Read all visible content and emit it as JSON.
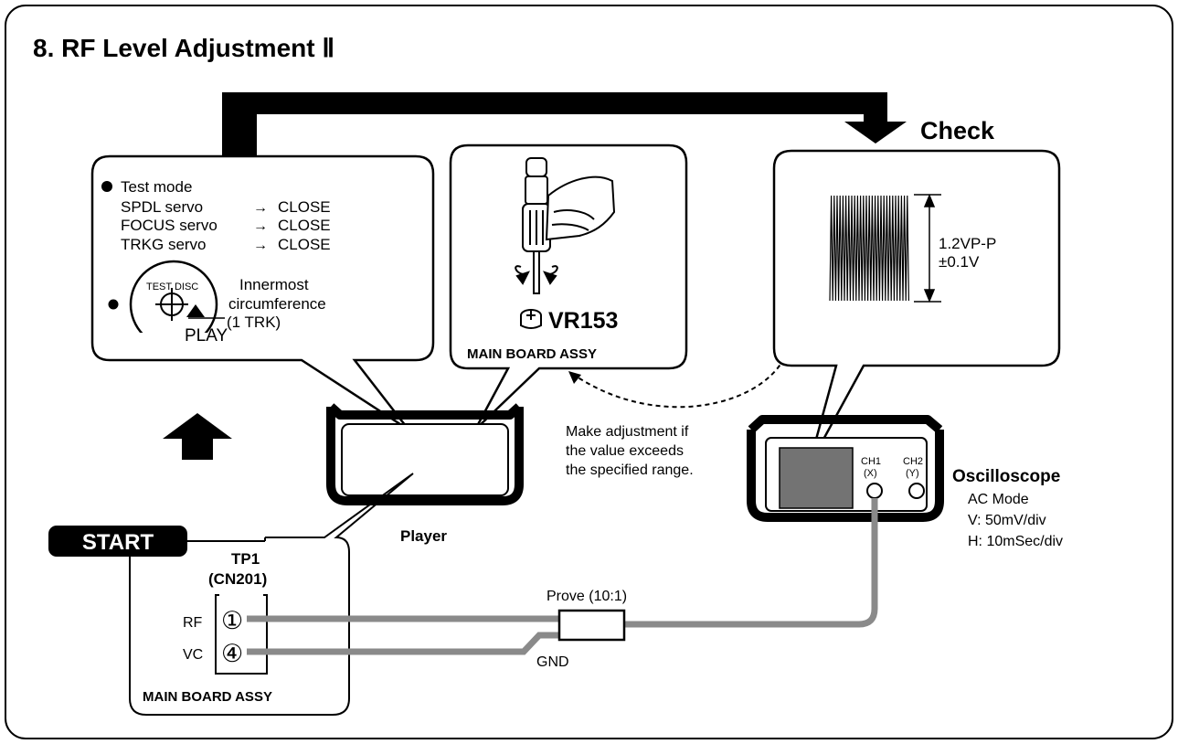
{
  "title": "8. RF Level Adjustment Ⅱ",
  "check_label": "Check",
  "test_mode": {
    "heading": "Test mode",
    "rows": [
      {
        "name": "SPDL servo",
        "arrow": "→",
        "state": "CLOSE"
      },
      {
        "name": "FOCUS servo",
        "arrow": "→",
        "state": "CLOSE"
      },
      {
        "name": "TRKG servo",
        "arrow": "→",
        "state": "CLOSE"
      }
    ],
    "disc_label": "TEST DISC",
    "play_label": "PLAY",
    "position_lines": [
      "Innermost",
      "circumference",
      "(1 TRK)"
    ]
  },
  "adjust": {
    "control": "VR153",
    "board": "MAIN BOARD ASSY"
  },
  "waveform": {
    "amplitude_lines": [
      "1.2VP-P",
      "±0.1V"
    ]
  },
  "note_lines": [
    "Make adjustment if",
    "the value exceeds",
    "the specified range."
  ],
  "player_label": "Player",
  "start_label": "START",
  "tp": {
    "title_lines": [
      "TP1",
      "(CN201)"
    ],
    "pins": [
      {
        "name": "RF",
        "number": "①"
      },
      {
        "name": "VC",
        "number": "④"
      }
    ],
    "board": "MAIN BOARD ASSY"
  },
  "probe": {
    "label": "Prove (10:1)",
    "gnd": "GND"
  },
  "oscilloscope": {
    "name": "Oscilloscope",
    "settings": [
      "AC Mode",
      "V: 50mV/div",
      "H: 10mSec/div"
    ],
    "ch1": [
      "CH1",
      "(X)"
    ],
    "ch2": [
      "CH2",
      "(Y)"
    ]
  }
}
